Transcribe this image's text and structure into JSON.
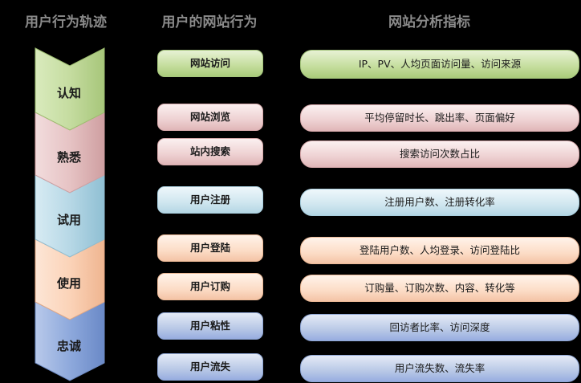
{
  "headers": {
    "trajectory": "用户行为轨迹",
    "behavior": "用户的网站行为",
    "metrics": "网站分析指标"
  },
  "stages": [
    {
      "label": "认知",
      "color": "#c5dca0"
    },
    {
      "label": "熟悉",
      "color": "#e6c3c4"
    },
    {
      "label": "试用",
      "color": "#b7d8e6"
    },
    {
      "label": "使用",
      "color": "#fbd3b8"
    },
    {
      "label": "忠诚",
      "color": "#8ea9dc"
    }
  ],
  "rows": [
    {
      "behavior": "网站访问",
      "metric": "IP、PV、人均页面访问量、访问来源",
      "color": "green"
    },
    {
      "behavior": "网站浏览",
      "metric": "平均停留时长、跳出率、页面偏好",
      "color": "pink"
    },
    {
      "behavior": "站内搜索",
      "metric": "搜索访问次数占比",
      "color": "pink"
    },
    {
      "behavior": "用户注册",
      "metric": "注册用户数、注册转化率",
      "color": "blue"
    },
    {
      "behavior": "用户登陆",
      "metric": "登陆用户数、人均登录、访问登陆比",
      "color": "orange"
    },
    {
      "behavior": "用户订购",
      "metric": "订购量、订购次数、内容、转化等",
      "color": "orange"
    },
    {
      "behavior": "用户粘性",
      "metric": "回访者比率、访问深度",
      "color": "navy"
    },
    {
      "behavior": "用户流失",
      "metric": "用户流失数、流失率",
      "color": "navy"
    }
  ]
}
